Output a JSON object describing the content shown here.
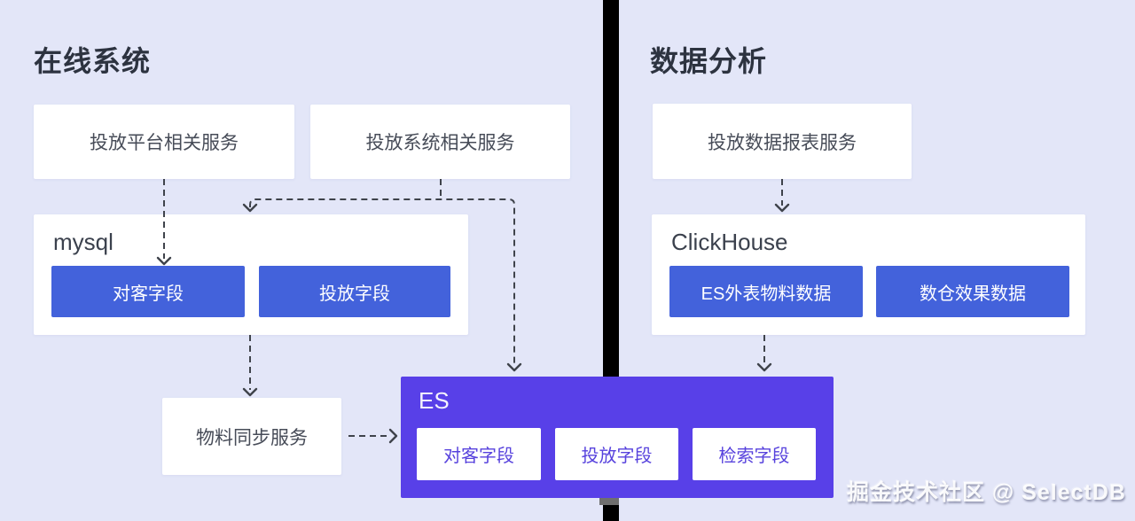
{
  "colors": {
    "bg": "#E3E6F8",
    "node-bg": "#FFFFFF",
    "accent-blue": "#4362DB",
    "es-purple": "#5840E8",
    "es-text": "#5742DD",
    "line": "#3F434B",
    "title-text": "#2D3340",
    "node-text": "#474C58",
    "divider": "#000000"
  },
  "left_panel": {
    "title": "在线系统",
    "service_box_1": "投放平台相关服务",
    "service_box_2": "投放系统相关服务",
    "mysql": {
      "label": "mysql",
      "fields": [
        "对客字段",
        "投放字段"
      ]
    },
    "sync_service": "物料同步服务"
  },
  "right_panel": {
    "title": "数据分析",
    "report_service": "投放数据报表服务",
    "clickhouse": {
      "label": "ClickHouse",
      "fields": [
        "ES外表物料数据",
        "数仓效果数据"
      ]
    }
  },
  "es": {
    "label": "ES",
    "fields": [
      "对客字段",
      "投放字段",
      "检索字段"
    ]
  },
  "watermark": "掘金技术社区 @ SelectDB"
}
